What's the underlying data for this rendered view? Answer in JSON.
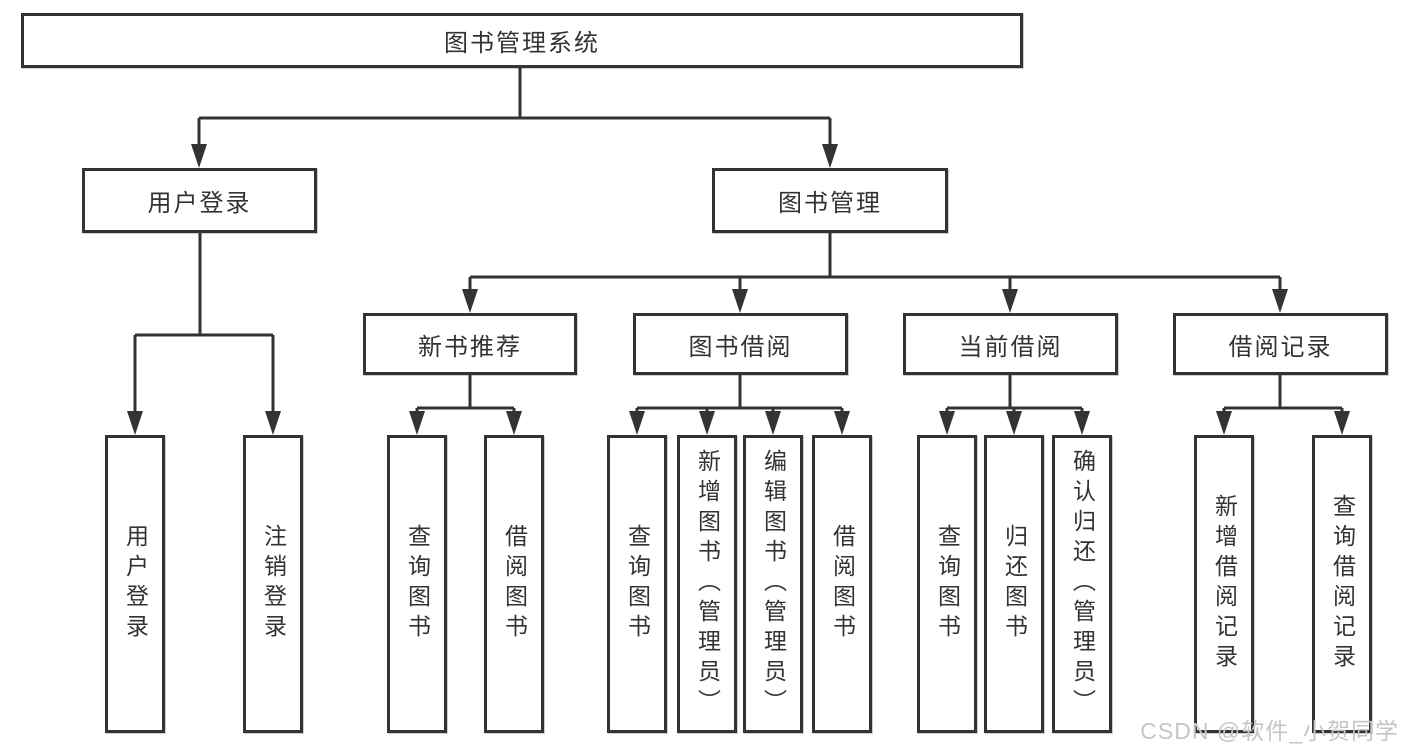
{
  "title": {
    "label": "图书管理系统"
  },
  "level2": [
    {
      "label": "用户登录"
    },
    {
      "label": "图书管理"
    }
  ],
  "level3": [
    {
      "label": "新书推荐"
    },
    {
      "label": "图书借阅"
    },
    {
      "label": "当前借阅"
    },
    {
      "label": "借阅记录"
    }
  ],
  "leaves": [
    {
      "label": "用户登录"
    },
    {
      "label": "注销登录"
    },
    {
      "label": "查询图书"
    },
    {
      "label": "借阅图书"
    },
    {
      "label": "查询图书"
    },
    {
      "label": "新增图书（管理员）"
    },
    {
      "label": "编辑图书（管理员）"
    },
    {
      "label": "借阅图书"
    },
    {
      "label": "查询图书"
    },
    {
      "label": "归还图书"
    },
    {
      "label": "确认归还（管理员）"
    },
    {
      "label": "新增借阅记录"
    },
    {
      "label": "查询借阅记录"
    }
  ],
  "watermark": {
    "text": "CSDN @软件_小贺同学"
  },
  "colors": {
    "line": "#333333",
    "text": "#333333",
    "background": "#ffffff",
    "watermark": "#c5c5c5"
  }
}
